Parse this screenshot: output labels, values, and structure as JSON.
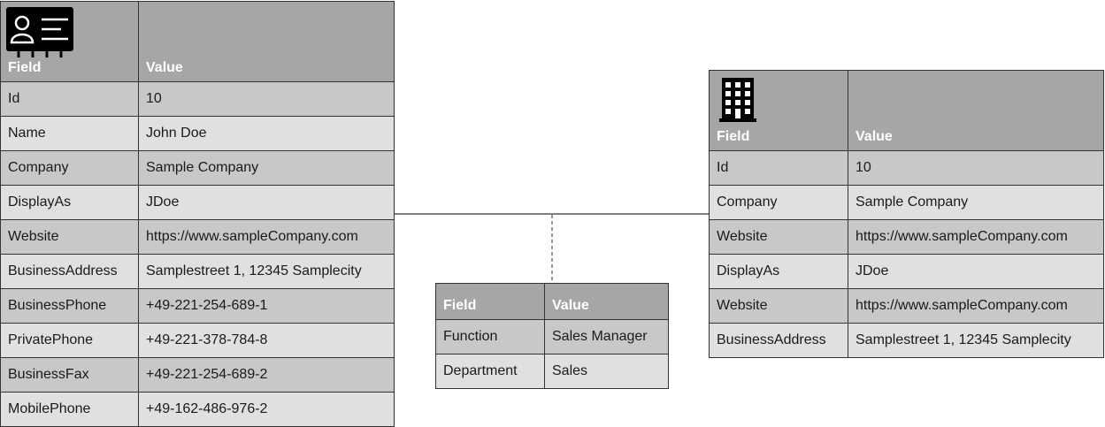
{
  "contact_table": {
    "icon": "contact-card-icon",
    "header": {
      "field": "Field",
      "value": "Value"
    },
    "rows": [
      {
        "field": "Id",
        "value": "10"
      },
      {
        "field": "Name",
        "value": "John Doe"
      },
      {
        "field": "Company",
        "value": "Sample Company"
      },
      {
        "field": "DisplayAs",
        "value": "JDoe"
      },
      {
        "field": "Website",
        "value": "https://www.sampleCompany.com"
      },
      {
        "field": "BusinessAddress",
        "value": "Samplestreet 1, 12345 Samplecity"
      },
      {
        "field": "BusinessPhone",
        "value": "+49-221-254-689-1"
      },
      {
        "field": "PrivatePhone",
        "value": "+49-221-378-784-8"
      },
      {
        "field": "BusinessFax",
        "value": "+49-221-254-689-2"
      },
      {
        "field": "MobilePhone",
        "value": "+49-162-486-976-2"
      }
    ]
  },
  "company_table": {
    "icon": "building-icon",
    "header": {
      "field": "Field",
      "value": "Value"
    },
    "rows": [
      {
        "field": "Id",
        "value": "10"
      },
      {
        "field": "Company",
        "value": "Sample Company"
      },
      {
        "field": "Website",
        "value": "https://www.sampleCompany.com"
      },
      {
        "field": "DisplayAs",
        "value": "JDoe"
      },
      {
        "field": "Website",
        "value": "https://www.sampleCompany.com"
      },
      {
        "field": "BusinessAddress",
        "value": "Samplestreet 1, 12345 Samplecity"
      }
    ]
  },
  "role_table": {
    "header": {
      "field": "Field",
      "value": "Value"
    },
    "rows": [
      {
        "field": "Function",
        "value": "Sales Manager"
      },
      {
        "field": "Department",
        "value": "Sales"
      }
    ]
  },
  "colors": {
    "header_bg": "#a6a6a6",
    "row_dark": "#c8c8c8",
    "row_light": "#e0e0e0",
    "border": "#333333",
    "icon": "#000000"
  }
}
